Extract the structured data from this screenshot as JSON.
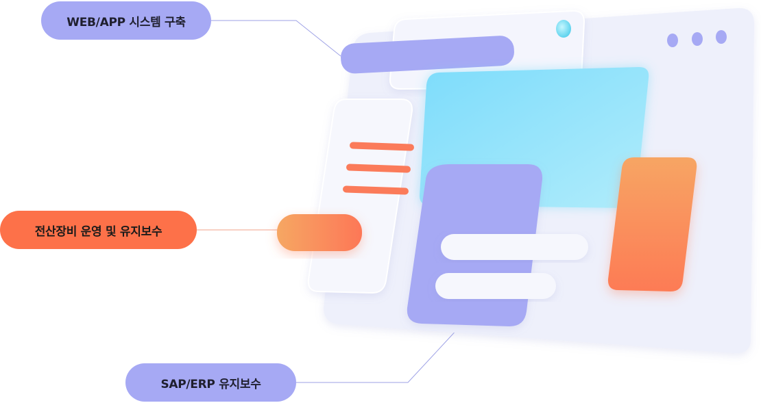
{
  "labels": {
    "web_app": "WEB/APP 시스템 구축",
    "it_equipment": "전산장비 운영 및 유지보수",
    "sap_erp": "SAP/ERP 유지보수"
  },
  "icons": {
    "browser_window": "browser-window-illustration",
    "window_dots": "window-control-dots",
    "toggle_dot": "toggle-dot"
  },
  "colors": {
    "purple": "#a6a9f4",
    "orange": "#fd7149",
    "cyan": "#7fe0fb",
    "panel": "#eef0fb",
    "connector": "#8e91d8"
  }
}
